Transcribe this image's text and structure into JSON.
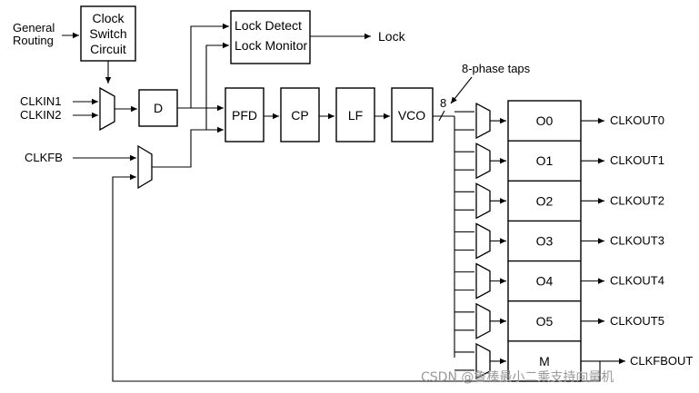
{
  "inputs": {
    "general_routing_line1": "General",
    "general_routing_line2": "Routing",
    "clkin1": "CLKIN1",
    "clkin2": "CLKIN2",
    "clkfb": "CLKFB"
  },
  "blocks": {
    "clock_switch_line1": "Clock",
    "clock_switch_line2": "Switch",
    "clock_switch_line3": "Circuit",
    "divider": "D",
    "lock_detect": "Lock Detect",
    "lock_monitor": "Lock Monitor",
    "pfd": "PFD",
    "cp": "CP",
    "lf": "LF",
    "vco": "VCO"
  },
  "lock_output": "Lock",
  "phase_taps": {
    "label": "8-phase taps",
    "bus_width": "8"
  },
  "counters": [
    "O0",
    "O1",
    "O2",
    "O3",
    "O4",
    "O5",
    "M"
  ],
  "outputs": [
    "CLKOUT0",
    "CLKOUT1",
    "CLKOUT2",
    "CLKOUT3",
    "CLKOUT4",
    "CLKOUT5",
    "CLKFBOUT"
  ],
  "watermark": "CSDN @鲁棒最小二乘支持向量机"
}
